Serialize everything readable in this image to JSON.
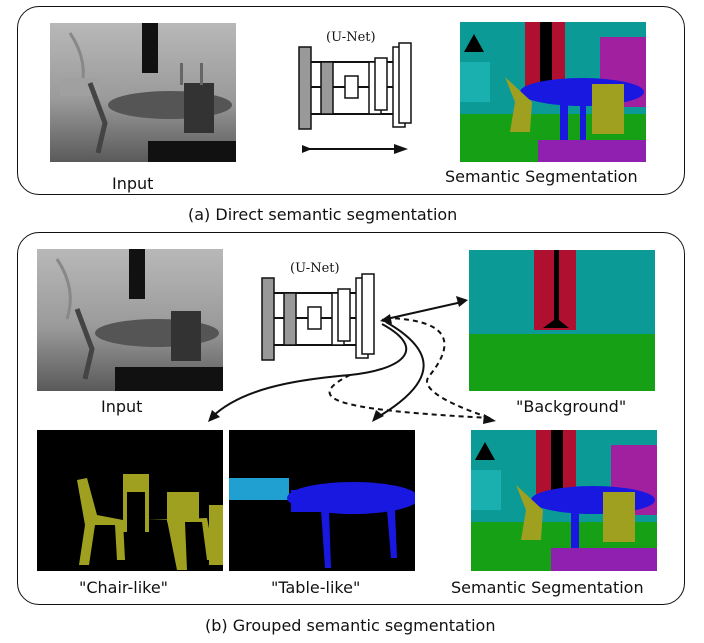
{
  "panel_a": {
    "caption": "(a) Direct semantic segmentation",
    "unet_title": "(U-Net)",
    "input_label": "Input",
    "output_label": "Semantic Segmentation"
  },
  "panel_b": {
    "caption": "(b) Grouped semantic segmentation",
    "unet_title": "(U-Net)",
    "input_label": "Input",
    "background_label": "\"Background\"",
    "chair_label": "\"Chair-like\"",
    "table_label": "\"Table-like\"",
    "output_label": "Semantic Segmentation"
  },
  "colors": {
    "background_teal": "#0b9a96",
    "floor_green": "#15a015",
    "curtain_red": "#b01030",
    "door_black": "#000000",
    "chair_olive": "#a0a020",
    "table_blue": "#1818e0",
    "rug_purple": "#9020b0",
    "wall_purple": "#a020a0",
    "cyan_object": "#20a0d0"
  }
}
